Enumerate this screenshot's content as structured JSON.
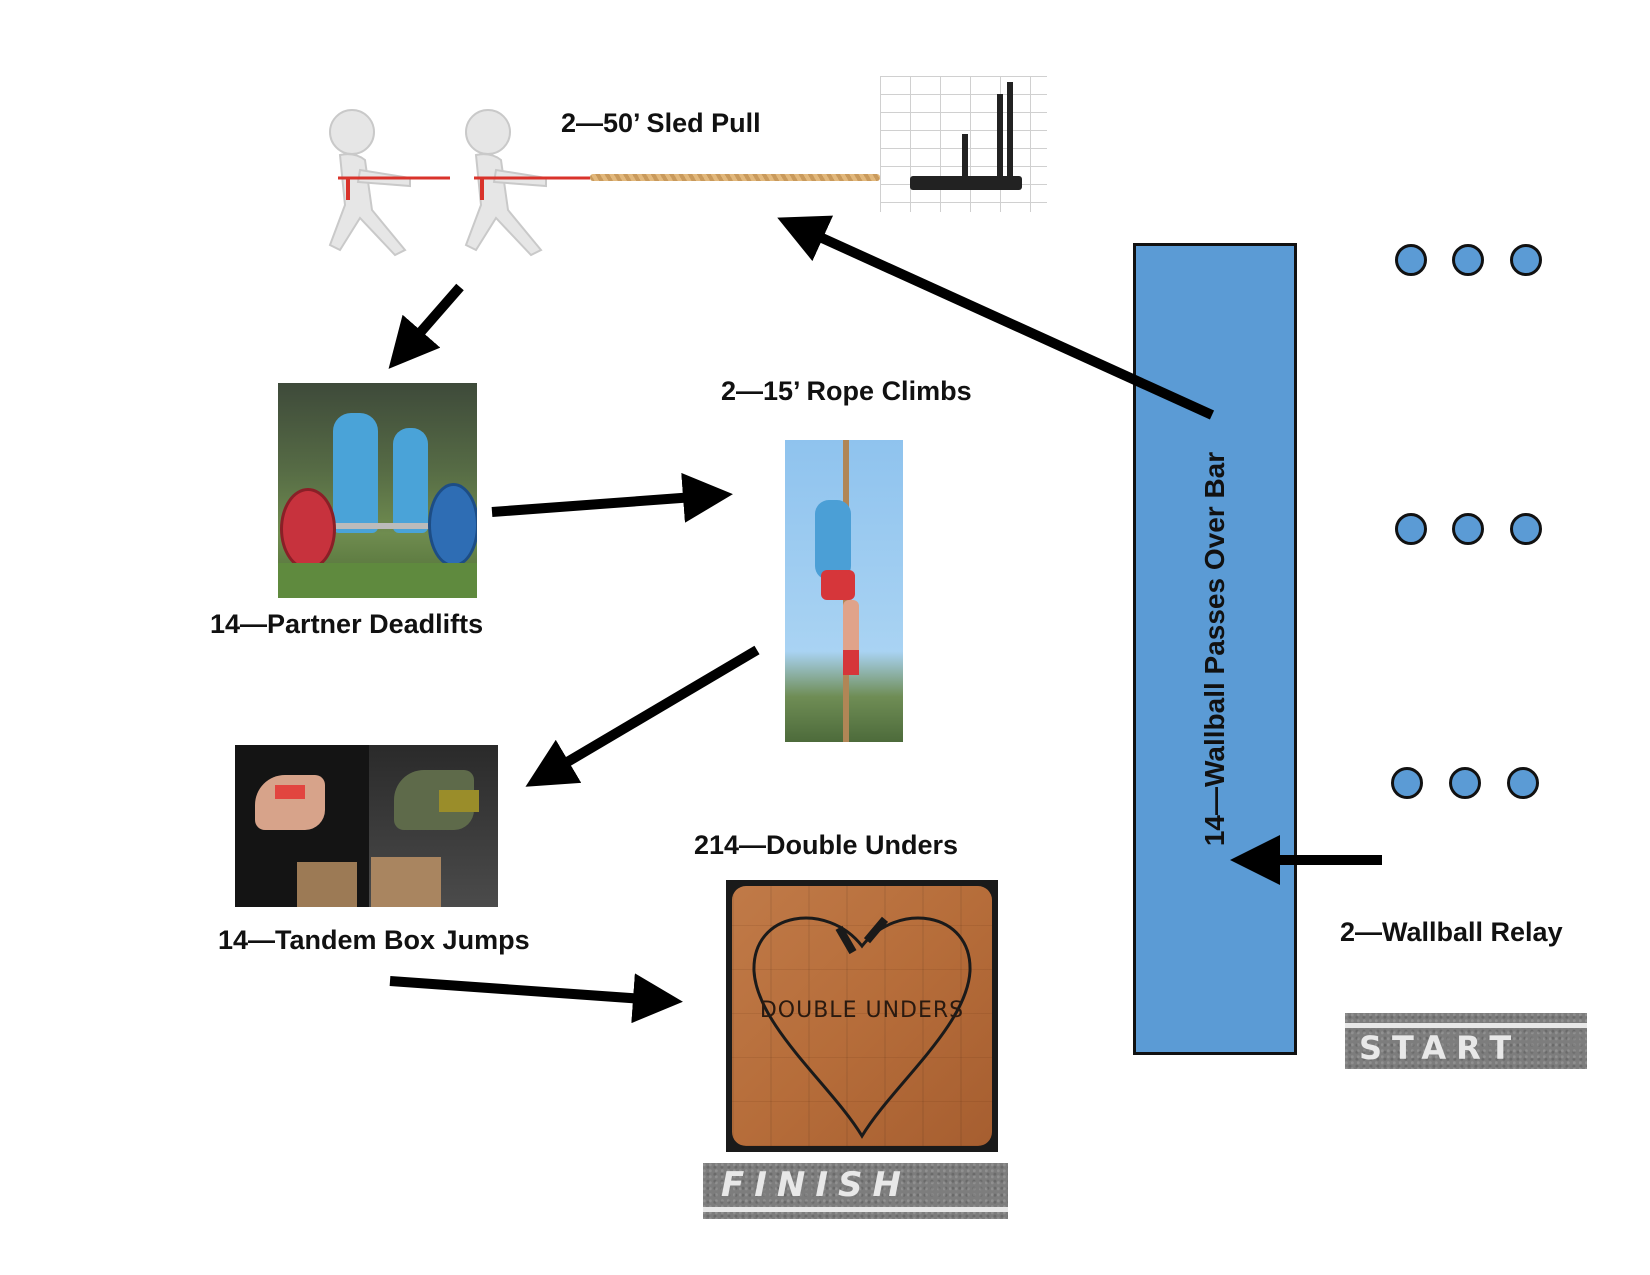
{
  "stations": {
    "sled_pull": "2—50’ Sled Pull",
    "partner_deadlifts": "14—Partner Deadlifts",
    "rope_climbs": "2—15’ Rope Climbs",
    "tandem_box_jumps": "14—Tandem Box Jumps",
    "double_unders": "214—Double Unders",
    "wallball_passes": "14—Wallball Passes Over Bar",
    "wallball_relay": "2—Wallball Relay"
  },
  "signs": {
    "start": "START",
    "finish": "FINISH",
    "double_unders_mat": "DOUBLE UNDERS"
  },
  "colors": {
    "bar_fill": "#5b9bd5",
    "arrow": "#000000"
  }
}
